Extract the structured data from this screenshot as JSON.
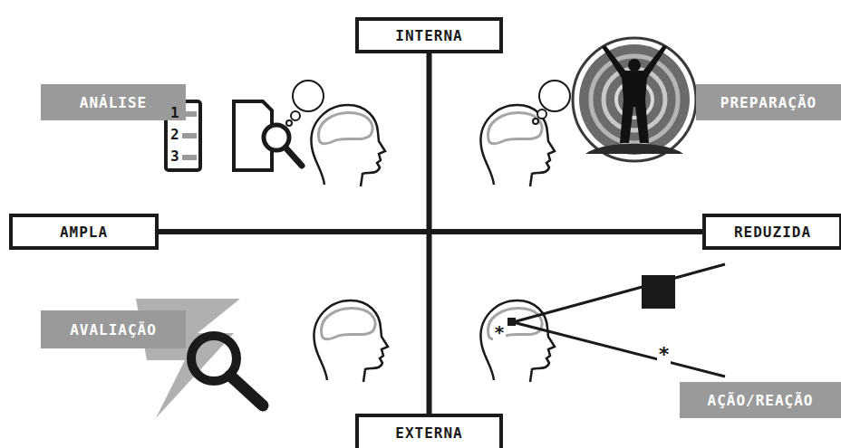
{
  "diagram": {
    "nodes": [
      {
        "text": [
          "INTERNA"
        ]
      },
      {
        "text": [
          "ANÁLISE"
        ]
      },
      {
        "text": [
          "PREPARAÇÃO"
        ]
      },
      {
        "text": [
          "AMPLA"
        ]
      },
      {
        "text": [
          "REDUZIDA"
        ]
      },
      {
        "text": [
          "AVALIAÇÃO"
        ]
      },
      {
        "text": [
          "AÇÃO/REAÇÃO"
        ]
      },
      {
        "text": [
          "EXTERNA"
        ]
      }
    ],
    "edges": [
      {
        "from": 0,
        "to": 7,
        "arrow": "none"
      },
      {
        "from": 3,
        "to": 4,
        "arrow": "none"
      }
    ],
    "labels": [
      "1",
      "2",
      "3",
      "*",
      "*"
    ]
  }
}
